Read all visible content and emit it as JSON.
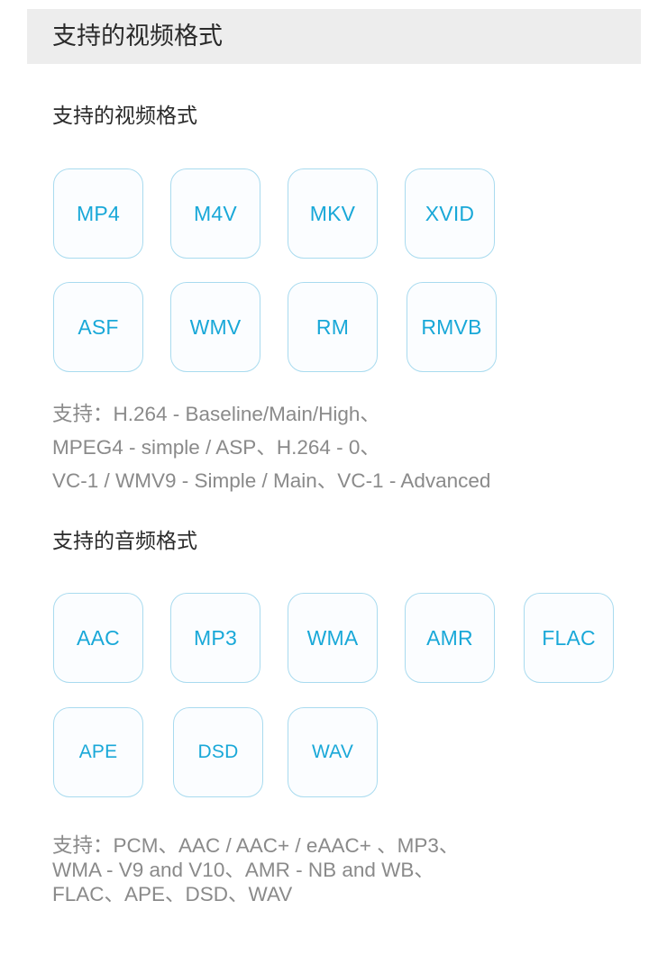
{
  "header": {
    "title": "支持的视频格式"
  },
  "video": {
    "heading": "支持的视频格式",
    "formats": [
      "MP4",
      "M4V",
      "MKV",
      "XVID",
      "ASF",
      "WMV",
      "RM",
      "RMVB"
    ],
    "support_lines": [
      "支持：H.264 - Baseline/Main/High、",
      "MPEG4 - simple / ASP、H.264 - 0、",
      "VC-1 / WMV9 - Simple / Main、VC-1 - Advanced"
    ]
  },
  "audio": {
    "heading": "支持的音频格式",
    "formats": [
      "AAC",
      "MP3",
      "WMA",
      "AMR",
      "FLAC",
      "APE",
      "DSD",
      "WAV"
    ],
    "support_lines": [
      "支持：PCM、AAC / AAC+ / eAAC+ 、MP3、",
      "WMA - V9 and V10、AMR - NB and WB、",
      "FLAC、APE、DSD、WAV"
    ]
  },
  "colors": {
    "badge_border": "#a9dbef",
    "badge_text": "#19a8d8",
    "header_bg": "#ededed",
    "muted_text": "#8a8a8a"
  }
}
